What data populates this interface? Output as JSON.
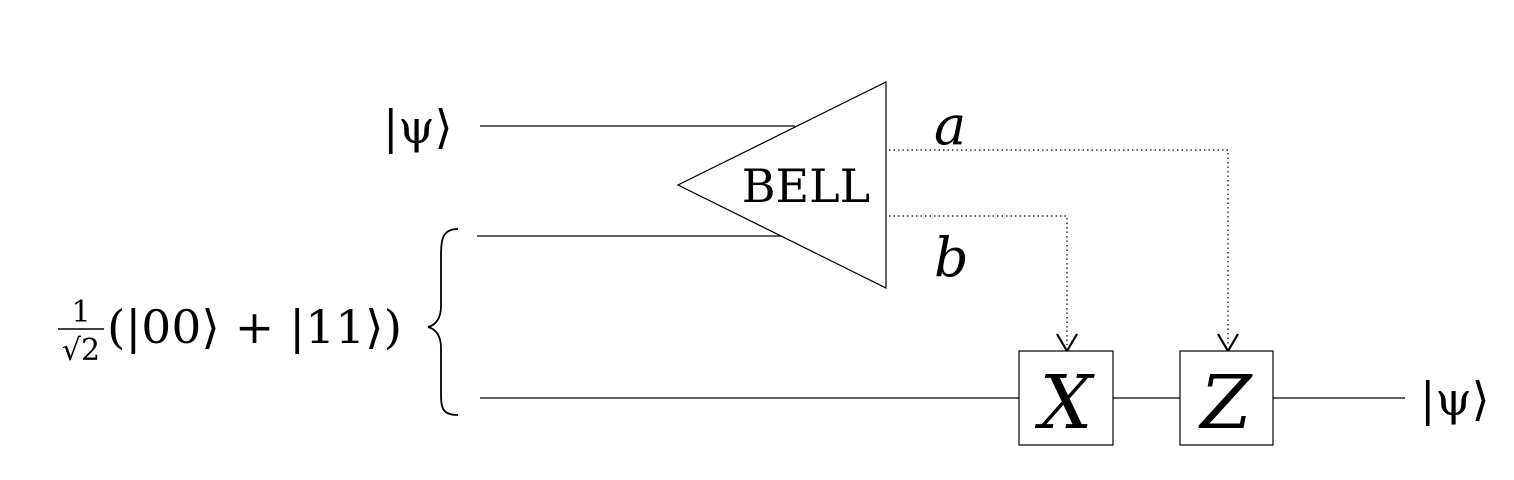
{
  "inputs": {
    "psi_label": "|ψ⟩",
    "entangled": {
      "numerator": "1",
      "denominator": "√2",
      "state": "(|00⟩ + |11⟩)"
    }
  },
  "gates": {
    "bell_label": "BELL",
    "x_label": "X",
    "z_label": "Z"
  },
  "classical": {
    "a_label": "a",
    "b_label": "b"
  },
  "output": {
    "psi_label": "|ψ⟩"
  }
}
